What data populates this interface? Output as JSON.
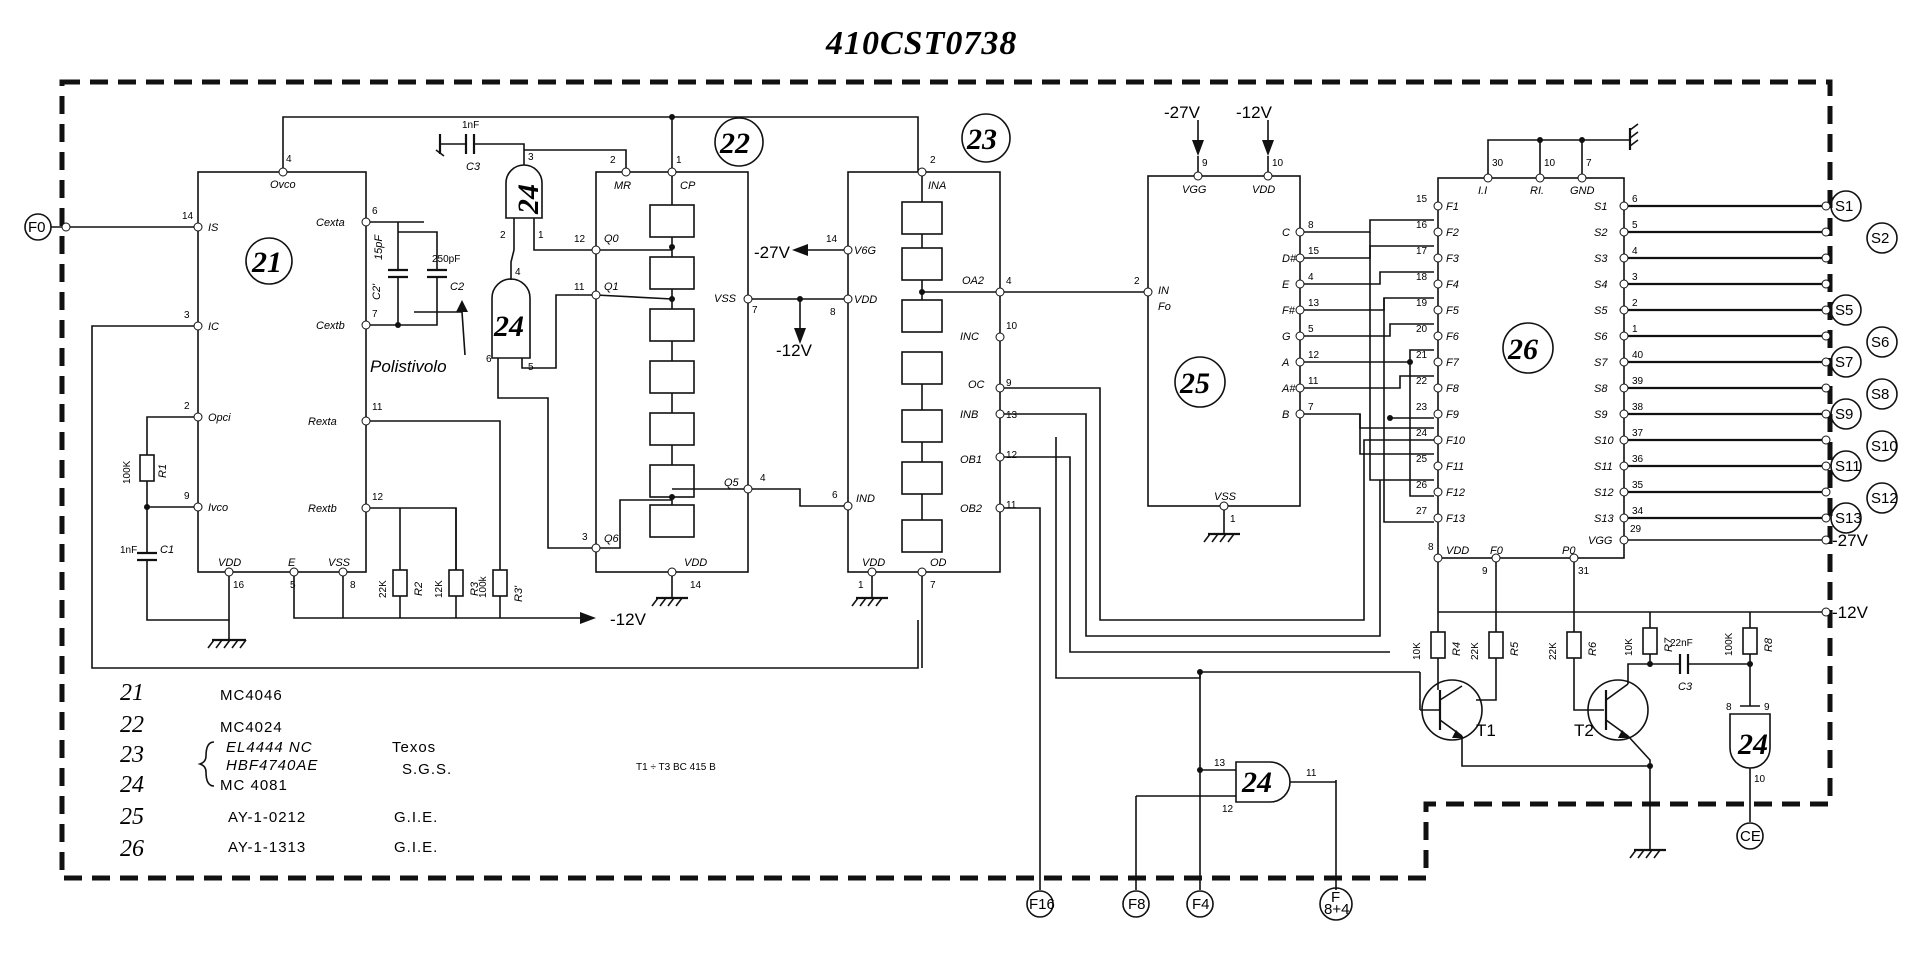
{
  "title": "410CST0738",
  "chips": {
    "c21": {
      "id": "21",
      "pins": {
        "ovco": "Ovco",
        "is": "IS",
        "ic": "IC",
        "opci": "Opci",
        "ivco": "Ivco",
        "cexta": "Cexta",
        "cextb": "Cextb",
        "rexta": "Rexta",
        "rextb": "Rextb",
        "vdd": "VDD",
        "e": "E",
        "vss": "VSS"
      },
      "nums": {
        "p4": "4",
        "p14": "14",
        "p3": "3",
        "p2": "2",
        "p9": "9",
        "p6": "6",
        "p7": "7",
        "p11": "11",
        "p12": "12",
        "p16": "16",
        "p5": "5",
        "p8": "8"
      }
    },
    "c22": {
      "id": "22",
      "pins": {
        "mr": "MR",
        "cp": "CP",
        "q0": "Q0",
        "q1": "Q1",
        "q5": "Q5",
        "q6": "Q6",
        "vss": "VSS",
        "vdd": "VDD"
      },
      "nums": {
        "p2": "2",
        "p1": "1",
        "p12": "12",
        "p11": "11",
        "p3": "3",
        "p4": "4",
        "p7": "7",
        "p14": "14"
      }
    },
    "c23": {
      "id": "23",
      "pins": {
        "ina": "INA",
        "oa2": "OA2",
        "inc": "INC",
        "oc": "OC",
        "inb": "INB",
        "ob1": "OB1",
        "ob2": "OB2",
        "ind": "IND",
        "vdd": "VDD",
        "od": "OD",
        "v6g": "V6G",
        "vdd2": "VDD"
      },
      "nums": {
        "p2": "2",
        "p4": "4",
        "p10": "10",
        "p9": "9",
        "p13": "13",
        "p12": "12",
        "p11": "11",
        "p6": "6",
        "p1": "1",
        "p7": "7",
        "p14": "14",
        "p8": "8"
      }
    },
    "c25": {
      "id": "25",
      "pins": {
        "vgg": "VGG",
        "vdd": "VDD",
        "in": "IN",
        "fo": "Fo",
        "vss": "VSS",
        "c": "C",
        "d": "D#",
        "e": "E",
        "f": "F#",
        "g": "G",
        "a": "A",
        "as": "A#",
        "b": "B"
      },
      "nums": {
        "p9": "9",
        "p10": "10",
        "p2": "2",
        "p1": "1",
        "p8": "8",
        "p15": "15",
        "p4": "4",
        "p13": "13",
        "p5": "5",
        "p12": "12",
        "p11": "11",
        "p7": "7"
      }
    },
    "c26": {
      "id": "26",
      "top": {
        "ii": "I.I",
        "ri": "RI.",
        "gnd": "GND"
      },
      "topnums": {
        "p30": "30",
        "p10": "10",
        "p7": "7"
      },
      "left": [
        "F1",
        "F2",
        "F3",
        "F4",
        "F5",
        "F6",
        "F7",
        "F8",
        "F9",
        "F10",
        "F11",
        "F12",
        "F13"
      ],
      "leftnums": [
        "15",
        "16",
        "17",
        "18",
        "19",
        "20",
        "21",
        "22",
        "23",
        "24",
        "25",
        "26",
        "27"
      ],
      "right": [
        "S1",
        "S2",
        "S3",
        "S4",
        "S5",
        "S6",
        "S7",
        "S8",
        "S9",
        "S10",
        "S11",
        "S12",
        "S13"
      ],
      "rightnums": [
        "6",
        "5",
        "4",
        "3",
        "2",
        "1",
        "40",
        "39",
        "38",
        "37",
        "36",
        "35",
        "34"
      ],
      "bottom": {
        "vdd": "VDD",
        "f0": "F0",
        "p0": "P0",
        "vgg": "VGG"
      },
      "bottomnums": {
        "p8": "8",
        "p9": "9",
        "p31": "31",
        "p29": "29"
      }
    }
  },
  "gates": {
    "g24": "24"
  },
  "gate_pins": {
    "a1": "1",
    "a2": "2",
    "a3": "3",
    "b4": "4",
    "b5": "5",
    "b6": "6",
    "c13": "13",
    "c12": "12",
    "c11": "11",
    "d8": "8",
    "d9": "9",
    "d10": "10"
  },
  "components": {
    "c3": "C3",
    "c3v": "1nF",
    "c2p": "C2'",
    "c2pv": "15pF",
    "c2": "C2",
    "c2v": "250pF",
    "polistirolo": "Polistivolo",
    "r1": "R1",
    "r1v": "100K",
    "c1": "C1",
    "c1v": "1nF",
    "r2": "R2",
    "r2v": "22K",
    "r3": "R3",
    "r3v": "12K",
    "r3p": "R3'",
    "r3pv": "100k",
    "r4": "R4",
    "r4v": "10K",
    "r5": "R5",
    "r5v": "22K",
    "r6": "R6",
    "r6v": "22K",
    "r7": "R7",
    "r7v": "10K",
    "c3b": "C3",
    "c3bv": "22nF",
    "r8": "R8",
    "r8v": "100K",
    "t1": "T1",
    "t2": "T2"
  },
  "rails": {
    "m12a": "-12V",
    "m12b": "-12V",
    "m27a": "-27V",
    "m27top": "-27V",
    "m12top": "-12V",
    "m27right": "-27V",
    "m12right": "-12V"
  },
  "connectors": {
    "f0": "F0",
    "f16": "F16",
    "f8": "F8",
    "f4": "F4",
    "f84a": "F",
    "f84b": "8+4",
    "ce": "CE",
    "s": [
      "S1",
      "S2",
      "S5",
      "S6",
      "S7",
      "S8",
      "S9",
      "S10",
      "S11",
      "S12",
      "S13"
    ]
  },
  "legend": {
    "rows": [
      {
        "num": "21",
        "part": "MC4046",
        "maker": ""
      },
      {
        "num": "22",
        "part": "MC4024",
        "maker": ""
      },
      {
        "num": "23",
        "part": "EL4444 NC",
        "maker": "Texos"
      },
      {
        "num": "",
        "part": "HBF4740AE",
        "maker": "S.G.S."
      },
      {
        "num": "24",
        "part": "MC 4081",
        "maker": ""
      },
      {
        "num": "25",
        "part": "AY-1-0212",
        "maker": "G.I.E."
      },
      {
        "num": "26",
        "part": "AY-1-1313",
        "maker": "G.I.E."
      }
    ],
    "transistors": "T1 ÷ T3   BC 415  B"
  }
}
